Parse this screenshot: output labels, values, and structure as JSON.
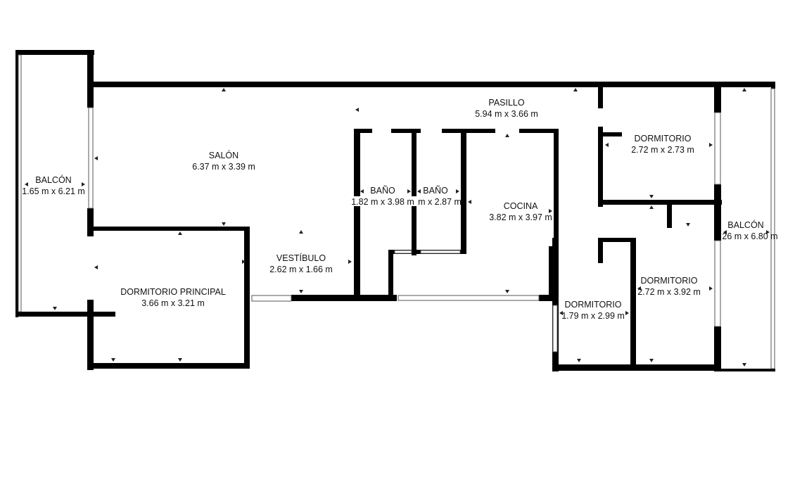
{
  "rooms": [
    {
      "key": "balcon_left",
      "name": "BALCÓN",
      "size": "1.65 m x 6.21 m"
    },
    {
      "key": "salon",
      "name": "SALÓN",
      "size": "6.37 m x 3.39 m"
    },
    {
      "key": "pasillo",
      "name": "PASILLO",
      "size": "5.94 m x 3.66 m"
    },
    {
      "key": "bano1",
      "name": "BAÑO",
      "size": "1.82 m x 3.98 m"
    },
    {
      "key": "bano2",
      "name": "BAÑO",
      "size": "m x 2.87 m"
    },
    {
      "key": "cocina",
      "name": "COCINA",
      "size": "3.82 m x 3.97 m"
    },
    {
      "key": "vestibulo",
      "name": "VESTÍBULO",
      "size": "2.62 m x 1.66 m"
    },
    {
      "key": "dorm_principal",
      "name": "DORMITORIO PRINCIPAL",
      "size": "3.66 m x 3.21 m"
    },
    {
      "key": "dorm_top_right",
      "name": "DORMITORIO",
      "size": "2.72 m x 2.73 m"
    },
    {
      "key": "dorm_mid_right",
      "name": "DORMITORIO",
      "size": "2.72 m x 3.92 m"
    },
    {
      "key": "dorm_small",
      "name": "DORMITORIO",
      "size": "1.79 m x 2.99 m"
    },
    {
      "key": "balcon_right",
      "name": "BALCÓN",
      "size": "26 m x 6.80 m"
    }
  ]
}
